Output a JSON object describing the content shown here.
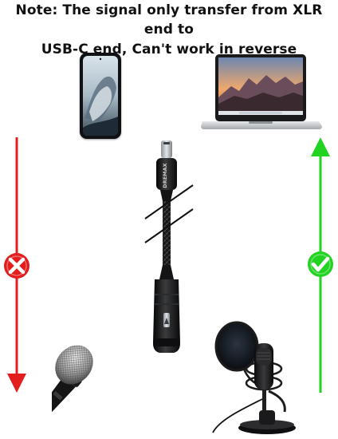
{
  "note": {
    "line1": "Note: The signal only transfer from XLR end to",
    "line2": "USB-C end,  Can't work in reverse"
  },
  "colors": {
    "red_arrow": "#e31d1d",
    "green_arrow": "#22d322",
    "text": "#111111"
  },
  "icons": {
    "cross": "cross-icon",
    "check": "check-icon"
  },
  "cable_brand": "DREMAX"
}
